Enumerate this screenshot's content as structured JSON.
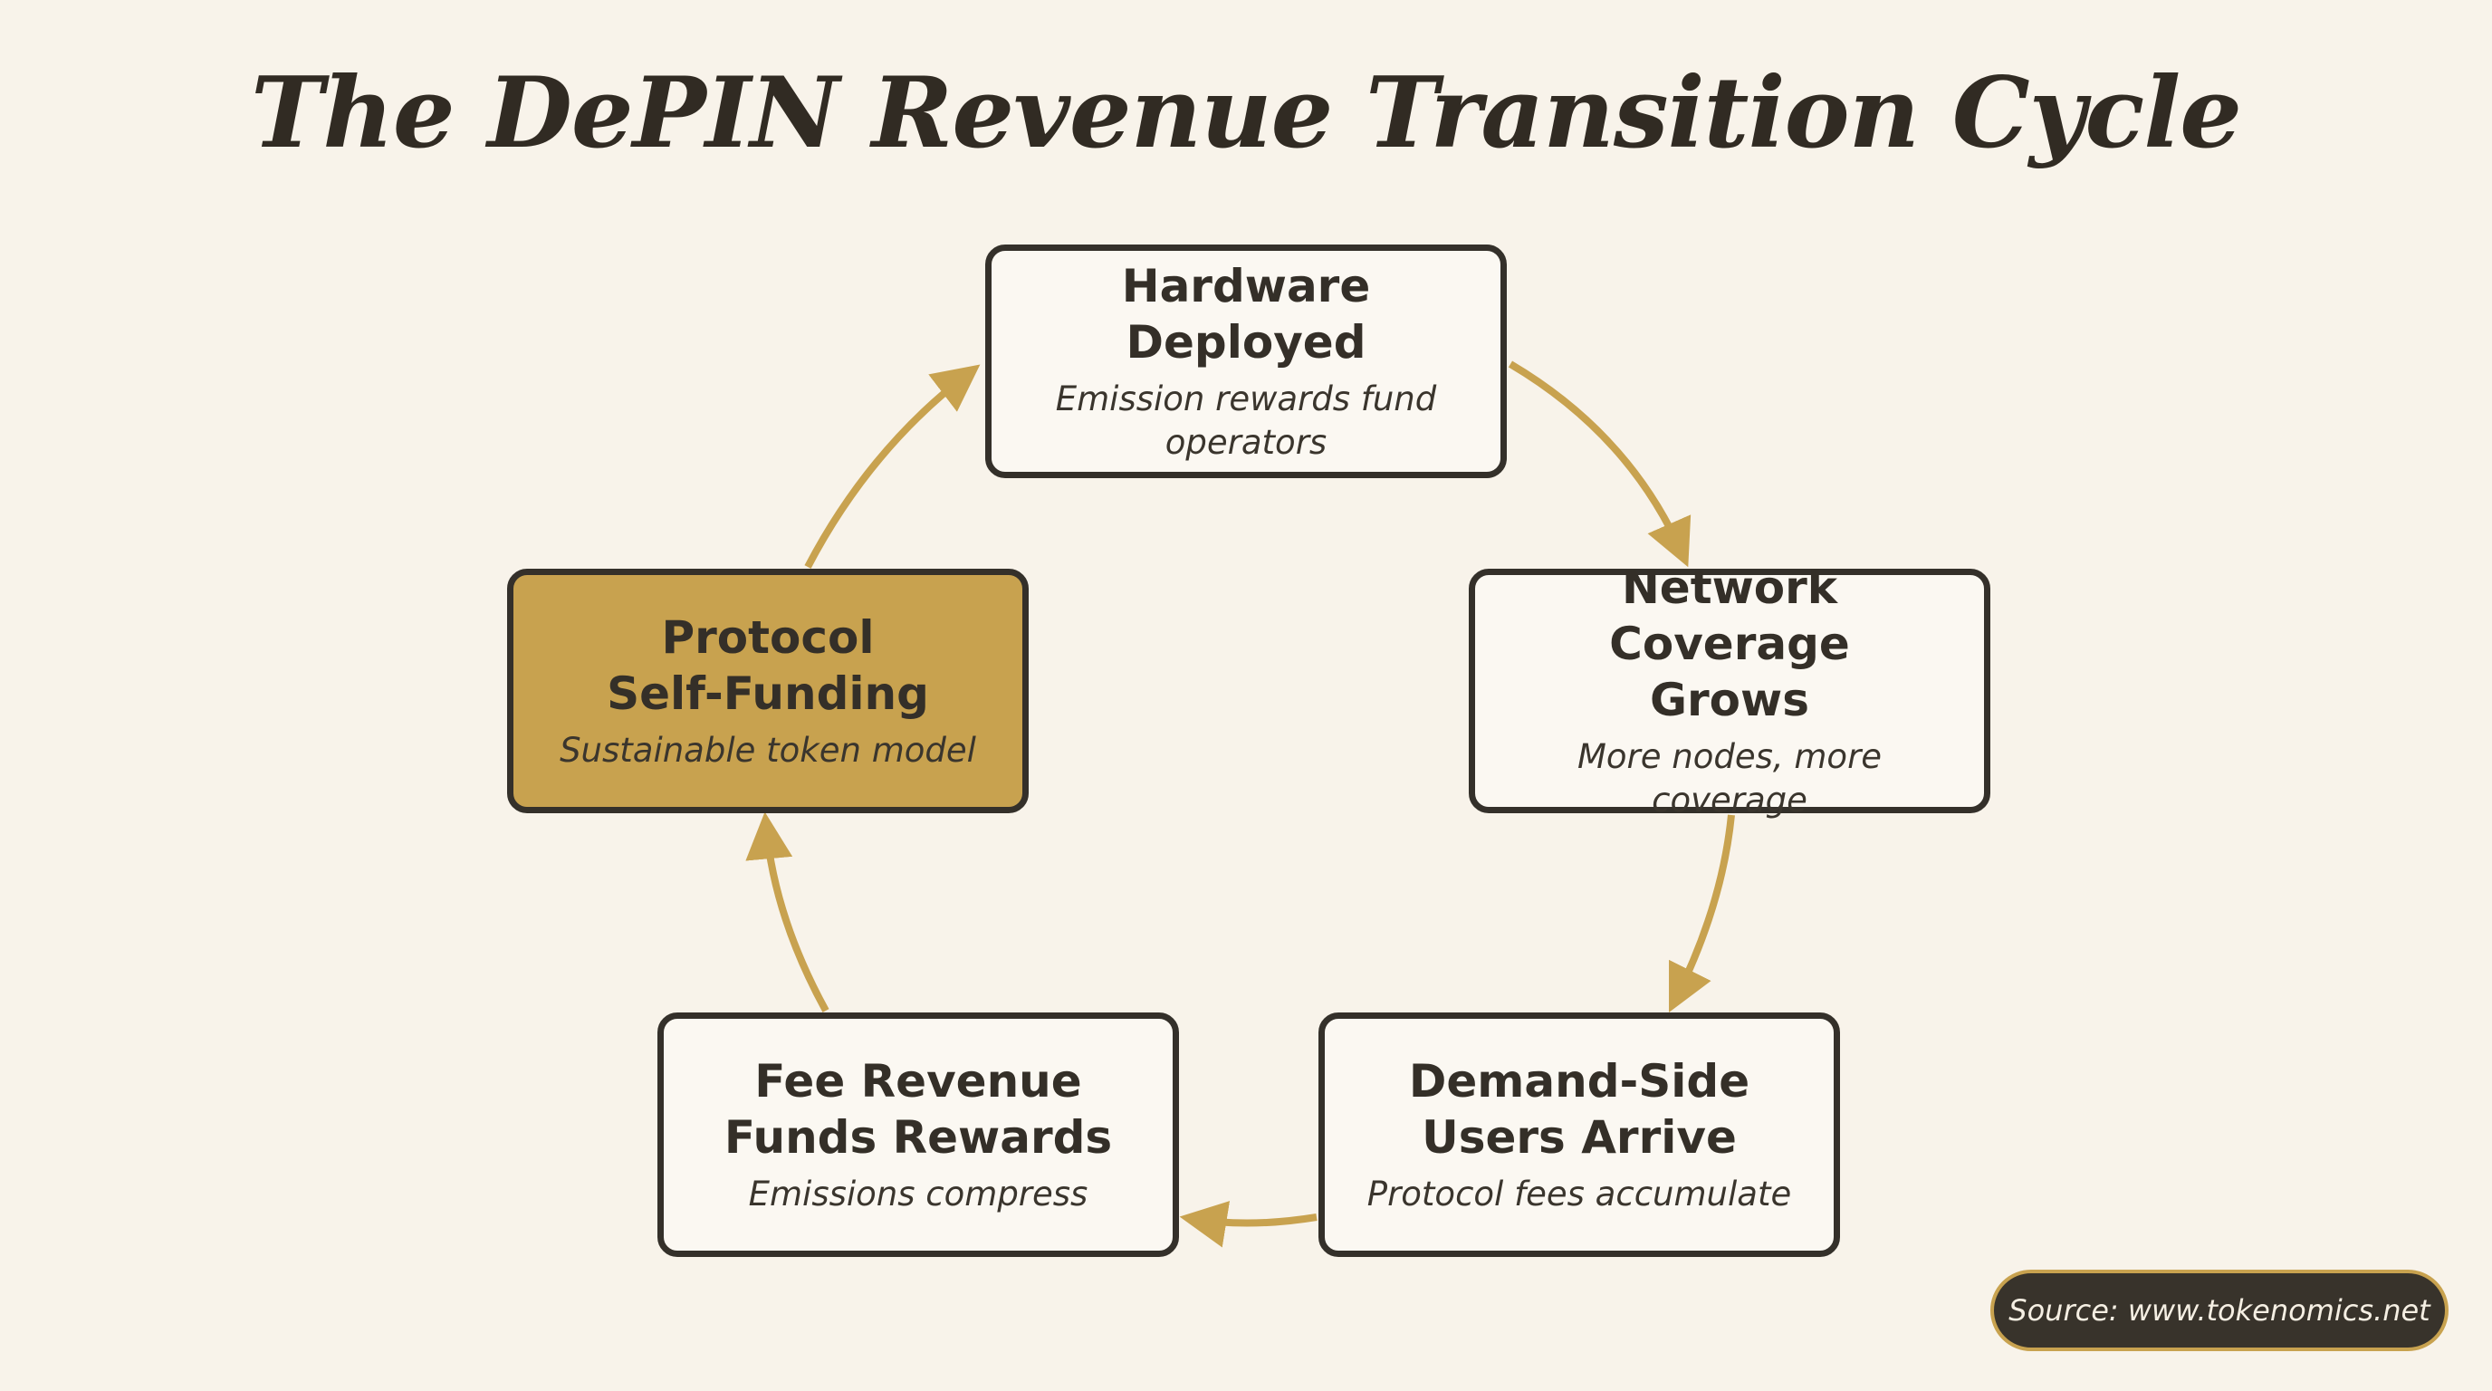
{
  "title": "The DePIN Revenue Transition Cycle",
  "colors": {
    "background": "#f8f3ea",
    "arrow": "#c8a24f",
    "node_border": "#34302a",
    "highlight": "#c8a24f"
  },
  "nodes": [
    {
      "title": "Hardware Deployed",
      "subtitle": "Emission rewards fund\noperators"
    },
    {
      "title": "Network Coverage\nGrows",
      "subtitle": "More nodes, more coverage"
    },
    {
      "title": "Demand-Side\nUsers Arrive",
      "subtitle": "Protocol fees accumulate"
    },
    {
      "title": "Fee Revenue\nFunds Rewards",
      "subtitle": "Emissions compress"
    },
    {
      "title": "Protocol\nSelf-Funding",
      "subtitle": "Sustainable token model"
    }
  ],
  "source": "Source: www.tokenomics.net"
}
